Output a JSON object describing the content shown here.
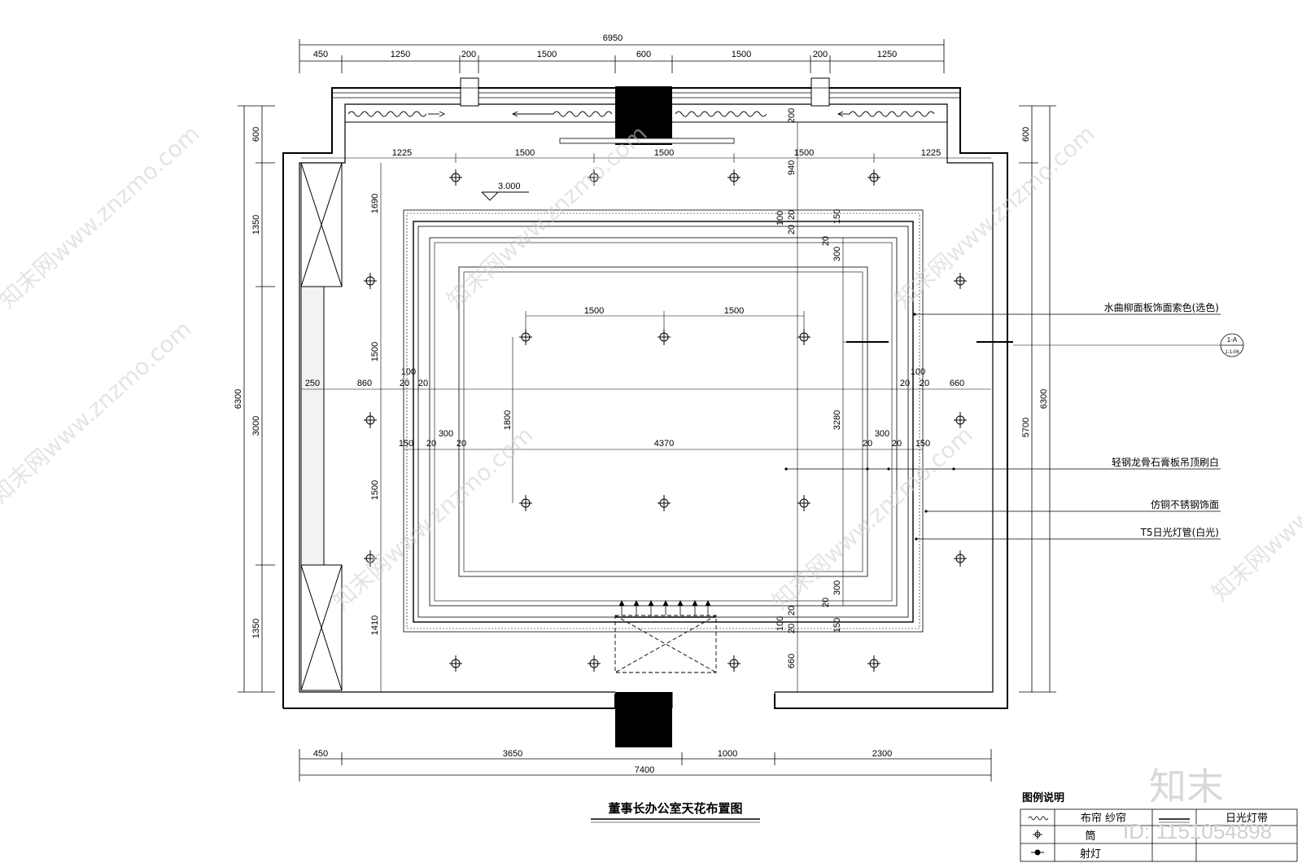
{
  "drawing": {
    "title": "董事长办公室天花布置图",
    "elevation": "3.000"
  },
  "dims": {
    "top_total": "6950",
    "top_segments": [
      "450",
      "1250",
      "200",
      "1500",
      "600",
      "1500",
      "200",
      "1250"
    ],
    "inner_top": [
      "1225",
      "1500",
      "1500",
      "1500",
      "1225"
    ],
    "bottom_segments": [
      "450",
      "3650",
      "1000",
      "2300"
    ],
    "bottom_total": "7400",
    "left_outer": [
      "600",
      "1350",
      "3000",
      "1350"
    ],
    "left_total": "6300",
    "left_inner": [
      "1690",
      "1500",
      "1500",
      "1410"
    ],
    "right_outer": [
      "600"
    ],
    "right_total": "6300",
    "right_inner": "5700",
    "center": {
      "top_200": "200",
      "v940": "940",
      "v100": "100",
      "v20": "20",
      "v150": "150",
      "v300": "300",
      "v3280": "3280",
      "v660": "660",
      "light_1500a": "1500",
      "light_1500b": "1500",
      "v1800": "1800",
      "h250": "250",
      "h860": "860",
      "h100": "100",
      "h660": "660",
      "h150": "150",
      "h300": "300",
      "h4370": "4370"
    }
  },
  "annotations": [
    "水曲柳面板饰面索色(选色)",
    "轻钢龙骨石膏板吊顶刷白",
    "仿铜不锈钢饰面",
    "T5日光灯管(白光)"
  ],
  "section_marker": {
    "top": "1-A",
    "bottom": "1-1-06"
  },
  "legend": {
    "heading": "图例说明",
    "rows": [
      {
        "symbol": "curtain-wave",
        "label": "布帘  纱帘"
      },
      {
        "symbol": "downlight",
        "label": "筒"
      },
      {
        "symbol": "spotlight",
        "label": "射灯"
      }
    ],
    "right_label": "日光灯带"
  },
  "watermark": {
    "text": "知末网www.znzmo.com",
    "brand": "知末",
    "id": "ID: 1151054898"
  }
}
